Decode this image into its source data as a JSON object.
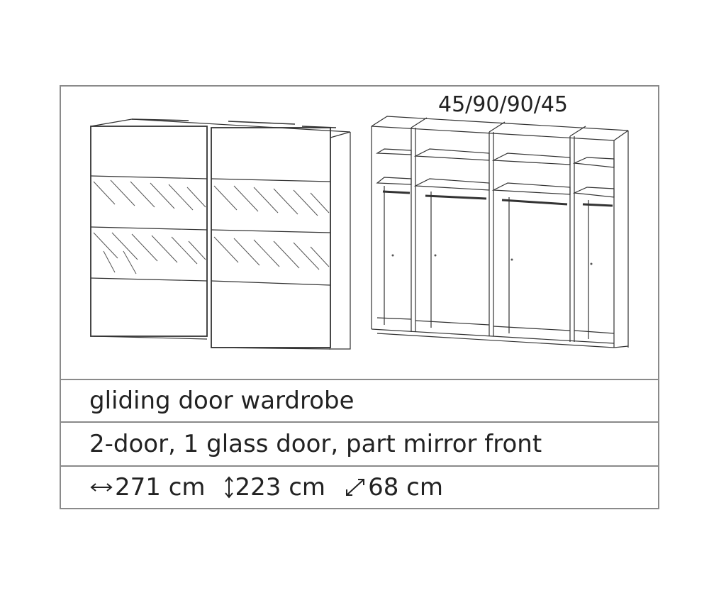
{
  "interior_widths_label": "45/90/90/45",
  "product": {
    "title": "gliding door wardrobe",
    "description": "2-door, 1 glass door, part mirror front"
  },
  "dimensions": {
    "width": "271 cm",
    "height": "223 cm",
    "depth": "68 cm"
  },
  "icons": [
    "width-arrow-icon",
    "height-arrow-icon",
    "depth-arrow-icon"
  ]
}
